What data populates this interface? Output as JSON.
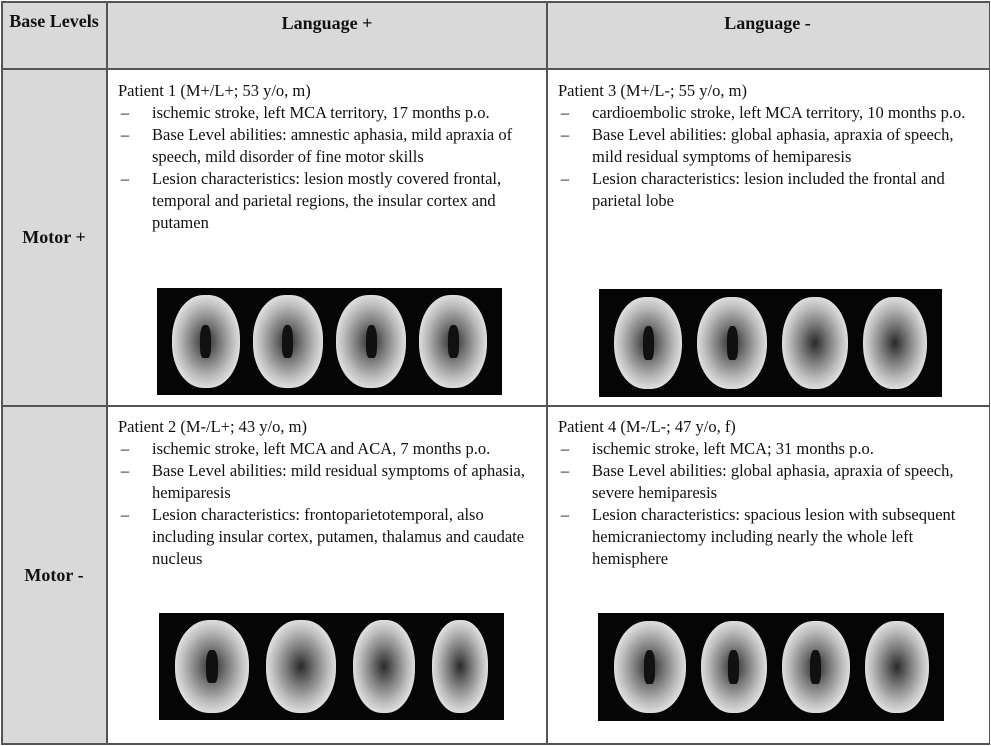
{
  "header": {
    "corner": "Base Levels",
    "col1": "Language +",
    "col2": "Language -"
  },
  "rows": {
    "motor_plus": "Motor +",
    "motor_minus": "Motor -"
  },
  "patients": {
    "p1": {
      "title": "Patient 1 (M+/L+; 53 y/o, m)",
      "items": [
        "ischemic stroke, left MCA territory, 17 months p.o.",
        "Base Level abilities: amnestic aphasia, mild apraxia of speech, mild disorder of fine motor skills",
        "Lesion characteristics: lesion mostly covered frontal, temporal and parietal regions, the insular cortex and putamen"
      ]
    },
    "p3": {
      "title": "Patient  3 (M+/L-; 55 y/o, m)",
      "items": [
        "cardioembolic stroke, left MCA territory, 10 months p.o.",
        "Base Level abilities: global aphasia, apraxia of speech, mild residual symptoms of hemiparesis",
        "Lesion characteristics: lesion included the frontal and parietal lobe"
      ]
    },
    "p2": {
      "title": "Patient 2 (M-/L+; 43 y/o, m)",
      "items": [
        "ischemic stroke, left MCA and ACA, 7 months p.o.",
        "Base Level abilities: mild residual symptoms of aphasia, hemiparesis",
        "Lesion characteristics: frontoparietotemporal, also including insular cortex, putamen, thalamus and caudate nucleus"
      ]
    },
    "p4": {
      "title": "Patient 4 (M-/L-; 47 y/o, f)",
      "items": [
        "ischemic stroke, left MCA; 31 months p.o.",
        "Base Level abilities: global aphasia, apraxia of speech, severe hemiparesis",
        "Lesion characteristics: spacious lesion with subsequent hemicraniectomy including nearly the whole left hemisphere"
      ]
    }
  },
  "dash_glyph": "–"
}
